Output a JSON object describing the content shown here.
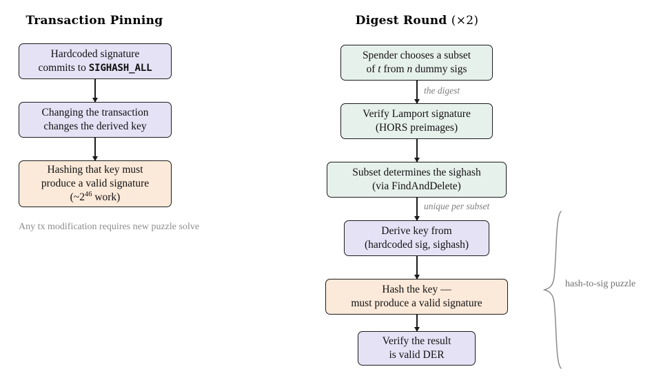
{
  "figure": {
    "columns": [
      {
        "id": "transaction-pinning",
        "title": "Transaction Pinning",
        "nodes": [
          {
            "id": "hardcoded-signature",
            "fill": "#e6e2f6",
            "lines": [
              "Hardcoded signature",
              "commits to SIGHASH_ALL"
            ],
            "mono_token": "SIGHASH_ALL"
          },
          {
            "id": "changing-transaction",
            "fill": "#e6e2f6",
            "lines": [
              "Changing the transaction",
              "changes the derived key"
            ]
          },
          {
            "id": "hashing-key",
            "fill": "#fbe9d9",
            "lines": [
              "Hashing that key must",
              "produce a valid signature",
              "(~2^46 work)"
            ],
            "exponent_base": "(~2",
            "exponent": "46",
            "exponent_tail": " work)"
          }
        ],
        "note": [
          "Any tx modification",
          "requires new puzzle solve"
        ]
      },
      {
        "id": "digest-round",
        "title": "Digest Round (×2)",
        "title_main": "Digest Round",
        "title_suffix": "(×2)",
        "nodes": [
          {
            "id": "spender-chooses-subset",
            "fill": "#e7f1ec",
            "lines": [
              "Spender chooses a subset",
              "of t from n dummy sigs"
            ],
            "italic_tokens": [
              "t",
              "n"
            ]
          },
          {
            "id": "verify-lamport-signature",
            "fill": "#e7f1ec",
            "lines": [
              "Verify Lamport signature",
              "(HORS preimages)"
            ]
          },
          {
            "id": "subset-determines-sighash",
            "fill": "#e7f1ec",
            "lines": [
              "Subset determines the sighash",
              "(via FindAndDelete)"
            ]
          },
          {
            "id": "derive-key-from",
            "fill": "#e6e2f6",
            "lines": [
              "Derive key from",
              "(hardcoded sig, sighash)"
            ]
          },
          {
            "id": "hash-the-key",
            "fill": "#fbe9d9",
            "lines": [
              "Hash the key —",
              "must produce a valid signature"
            ]
          },
          {
            "id": "verify-der",
            "fill": "#e6e2f6",
            "lines": [
              "Verify the result",
              "is valid DER"
            ]
          }
        ],
        "edge_labels": [
          {
            "id": "the-digest",
            "text": "the digest"
          },
          {
            "id": "unique-per-subset",
            "text": "unique per subset"
          }
        ],
        "brace_label": [
          "hash-to-sig",
          "puzzle"
        ]
      }
    ],
    "colors": {
      "lavender": "#e6e2f6",
      "mint": "#e7f1ec",
      "peach": "#fbe9d9",
      "stroke": "#1a1a1a",
      "muted_text": "#8c8c8c",
      "background": "#ffffff"
    }
  }
}
